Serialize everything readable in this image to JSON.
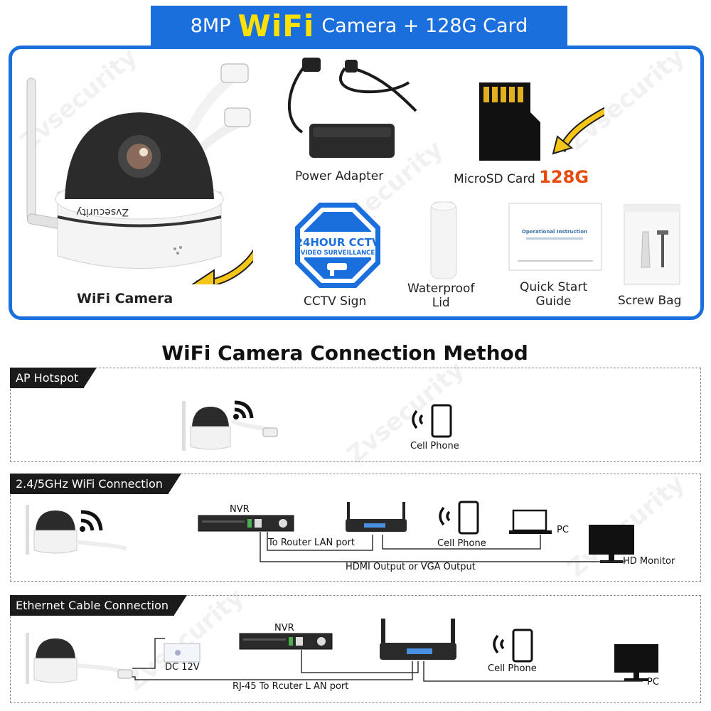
{
  "banner": {
    "prefix": "8MP",
    "highlight": "WiFi",
    "suffix": "Camera + 128G Card"
  },
  "package": {
    "camera_label": "WiFi Camera",
    "power_adapter_label": "Power Adapter",
    "microsd_label": "MicroSD Card",
    "microsd_size": "128G",
    "cctv_sign": {
      "line1": "24HOUR CCTV",
      "line2": "VIDEO SURVEILLANCE",
      "label": "CCTV Sign"
    },
    "lid_label_line1": "Waterproof",
    "lid_label_line2": "Lid",
    "guide_label_line1": "Quick Start",
    "guide_label_line2": "Guide",
    "screw_label": "Screw Bag",
    "camera_brand": "Zvsecurity",
    "guide_title": "Operational Instruction"
  },
  "connection": {
    "title": "WiFi Camera Connection Method",
    "ap": {
      "tab": "AP Hotspot",
      "phone": "Cell Phone"
    },
    "wifi": {
      "tab": "2.4/5GHz WiFi Connection",
      "nvr": "NVR",
      "router_port": "To Router LAN port",
      "phone": "Cell Phone",
      "pc": "PC",
      "hdmi": "HDMI Output or VGA Output",
      "monitor": "HD Monitor"
    },
    "ethernet": {
      "tab": "Ethernet Cable Connection",
      "nvr": "NVR",
      "dc": "DC 12V",
      "rj45": "RJ-45 To Rcuter L AN port",
      "phone": "Cell Phone",
      "pc": "PC"
    }
  },
  "colors": {
    "brand_blue": "#1a6fdc",
    "yellow": "#ffe100",
    "orange": "#e84a0c",
    "arrow": "#f5c518"
  },
  "watermark": "Zvsecurity"
}
